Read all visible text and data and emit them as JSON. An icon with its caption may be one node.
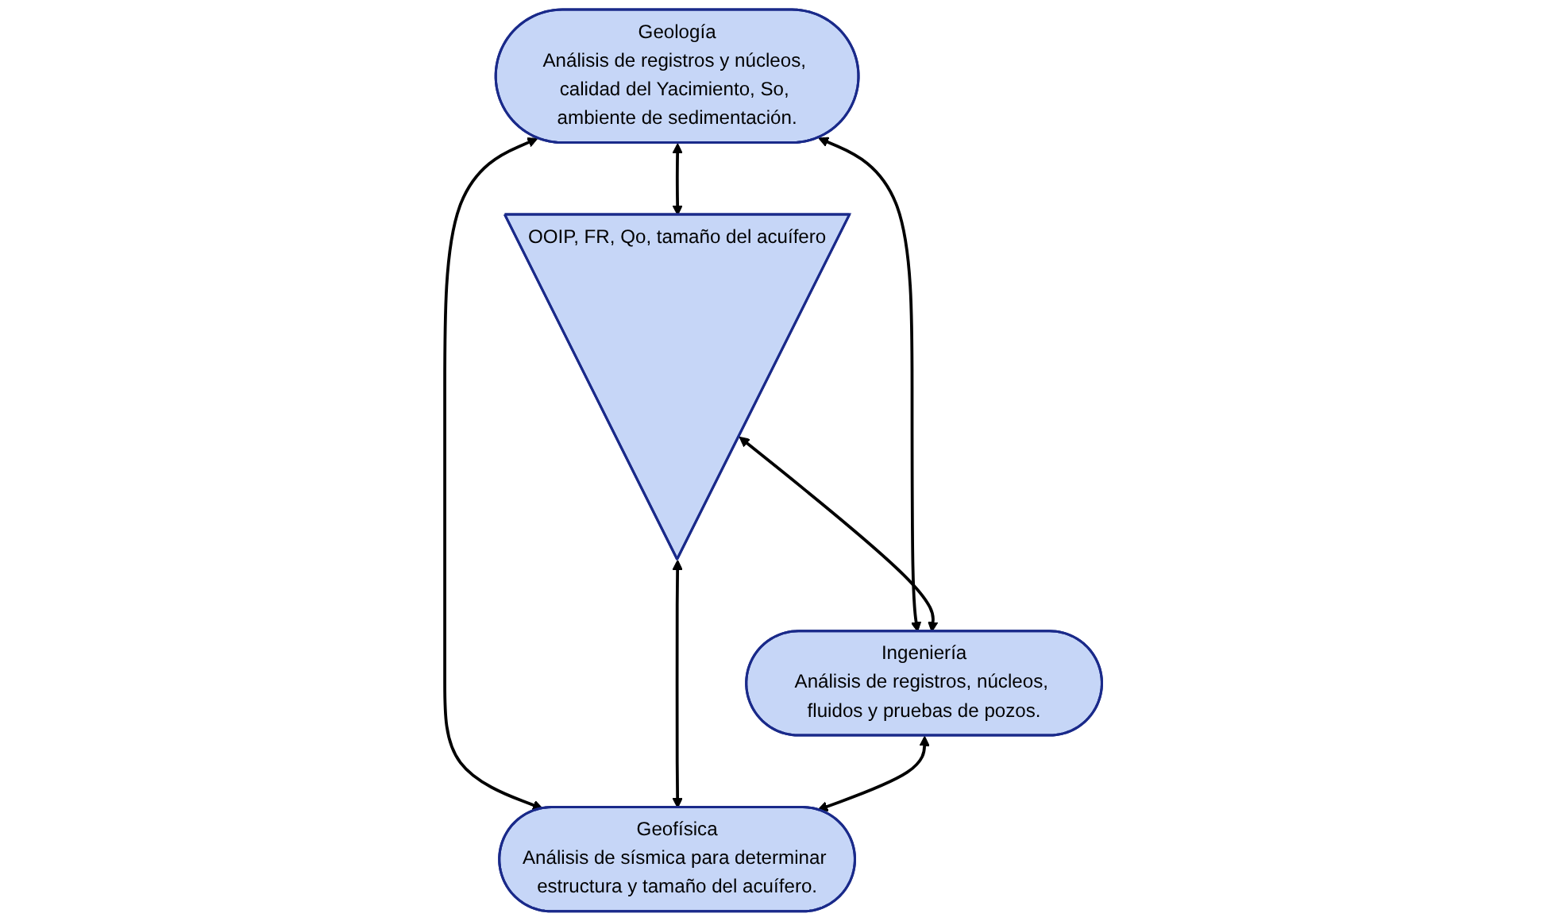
{
  "diagram": {
    "nodes": [
      {
        "text": [
          "Geología",
          "Análisis de registros y núcleos, calidad del Yacimiento, So, ambiente de sedimentación."
        ]
      },
      {
        "text": [
          "OOIP, FR, Qo, tamaño del acuífero"
        ]
      },
      {
        "text": [
          "Ingeniería",
          "Análisis de registros, núcleos, fluidos y pruebas de pozos."
        ]
      },
      {
        "text": [
          "Geofísica",
          "Análisis de sísmica para determinar estructura y tamaño del acuífero."
        ]
      }
    ],
    "edges": [
      {
        "from": 0,
        "to": 1,
        "arrow": "both"
      },
      {
        "from": 0,
        "to": 2,
        "arrow": "both"
      },
      {
        "from": 0,
        "to": 3,
        "arrow": "both"
      },
      {
        "from": 1,
        "to": 2,
        "arrow": "both"
      },
      {
        "from": 1,
        "to": 3,
        "arrow": "both"
      },
      {
        "from": 2,
        "to": 3,
        "arrow": "both"
      }
    ]
  }
}
